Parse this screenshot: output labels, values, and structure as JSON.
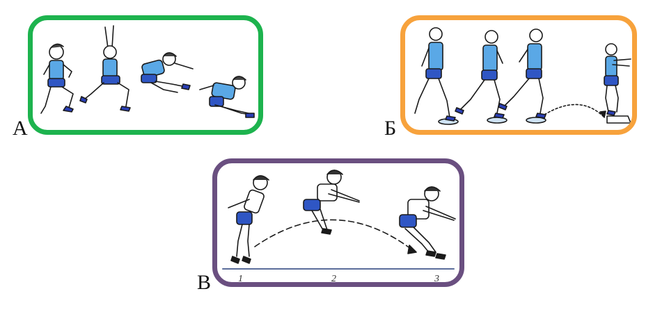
{
  "panels": [
    {
      "letter": "А",
      "border_color": "#1db34e"
    },
    {
      "letter": "Б",
      "border_color": "#f7a23c"
    },
    {
      "letter": "В",
      "border_color": "#6a4f80",
      "step_numbers": [
        "1",
        "2",
        "3"
      ]
    }
  ],
  "colors": {
    "shirt": "#5aa8e6",
    "shorts": "#2f56c4",
    "shoes": "#2a3fb5",
    "skin": "#ffffff",
    "outline": "#1a1a1a"
  }
}
